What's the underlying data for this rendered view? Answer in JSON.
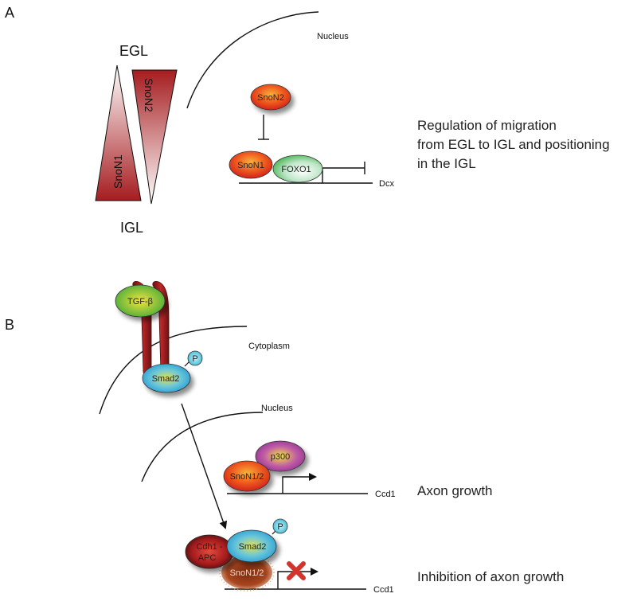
{
  "panel_a": {
    "label": "A",
    "egl": "EGL",
    "igl": "IGL",
    "snon1_triangle": "SnoN1",
    "snon2_triangle": "SnoN2",
    "nucleus": "Nucleus",
    "snon2": "SnoN2",
    "snon1": "SnoN1",
    "foxo1": "FOXO1",
    "dcx": "Dcx",
    "description_line1": "Regulation of migration",
    "description_line2": "from EGL to IGL and positioning",
    "description_line3": "in the IGL"
  },
  "panel_b": {
    "label": "B",
    "tgf_beta": "TGF-β",
    "cytoplasm": "Cytoplasm",
    "smad2_top": "Smad2",
    "p_top": "P",
    "nucleus": "Nucleus",
    "p300": "p300",
    "snon12_top": "SnoN1/2",
    "ccd1_top": "Ccd1",
    "axon_growth": "Axon growth",
    "cdh1_line1": "Cdh1 -",
    "cdh1_line2": "APC",
    "smad2_bottom": "Smad2",
    "p_bottom": "P",
    "snon12_bottom": "SnoN1/2",
    "ccd1_bottom": "Ccd1",
    "inhibition": "Inhibition of axon growth"
  },
  "colors": {
    "red_dark": "#a51c1f",
    "red_orange": "#e8401c",
    "green": "#5fbf3c",
    "cyan": "#2ba9d8",
    "purple": "#9a3a9a",
    "x_mark": "#d2332c"
  }
}
